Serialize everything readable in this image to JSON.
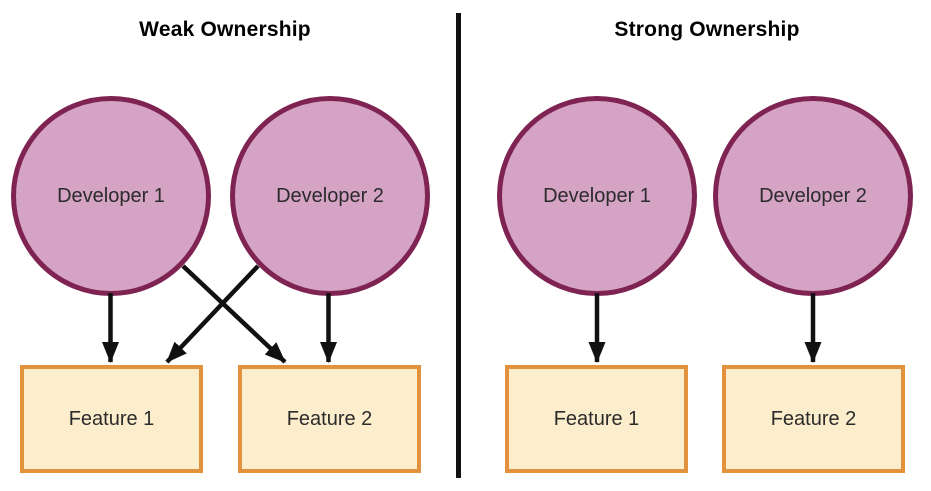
{
  "panels": [
    {
      "id": "weak",
      "title": "Weak Ownership",
      "developers": [
        {
          "label": "Developer 1"
        },
        {
          "label": "Developer 2"
        }
      ],
      "features": [
        {
          "label": "Feature 1"
        },
        {
          "label": "Feature 2"
        }
      ],
      "connections": [
        {
          "from": "Developer 1",
          "to": "Feature 1"
        },
        {
          "from": "Developer 1",
          "to": "Feature 2"
        },
        {
          "from": "Developer 2",
          "to": "Feature 1"
        },
        {
          "from": "Developer 2",
          "to": "Feature 2"
        }
      ]
    },
    {
      "id": "strong",
      "title": "Strong Ownership",
      "developers": [
        {
          "label": "Developer 1"
        },
        {
          "label": "Developer 2"
        }
      ],
      "features": [
        {
          "label": "Feature 1"
        },
        {
          "label": "Feature 2"
        }
      ],
      "connections": [
        {
          "from": "Developer 1",
          "to": "Feature 1"
        },
        {
          "from": "Developer 2",
          "to": "Feature 2"
        }
      ]
    }
  ],
  "colors": {
    "circle-fill": "#d5a3c3",
    "circle-stroke": "#7e2352",
    "box-fill": "#fceecd",
    "box-stroke": "#e2923d",
    "arrow": "#111111",
    "divider": "#111111"
  }
}
